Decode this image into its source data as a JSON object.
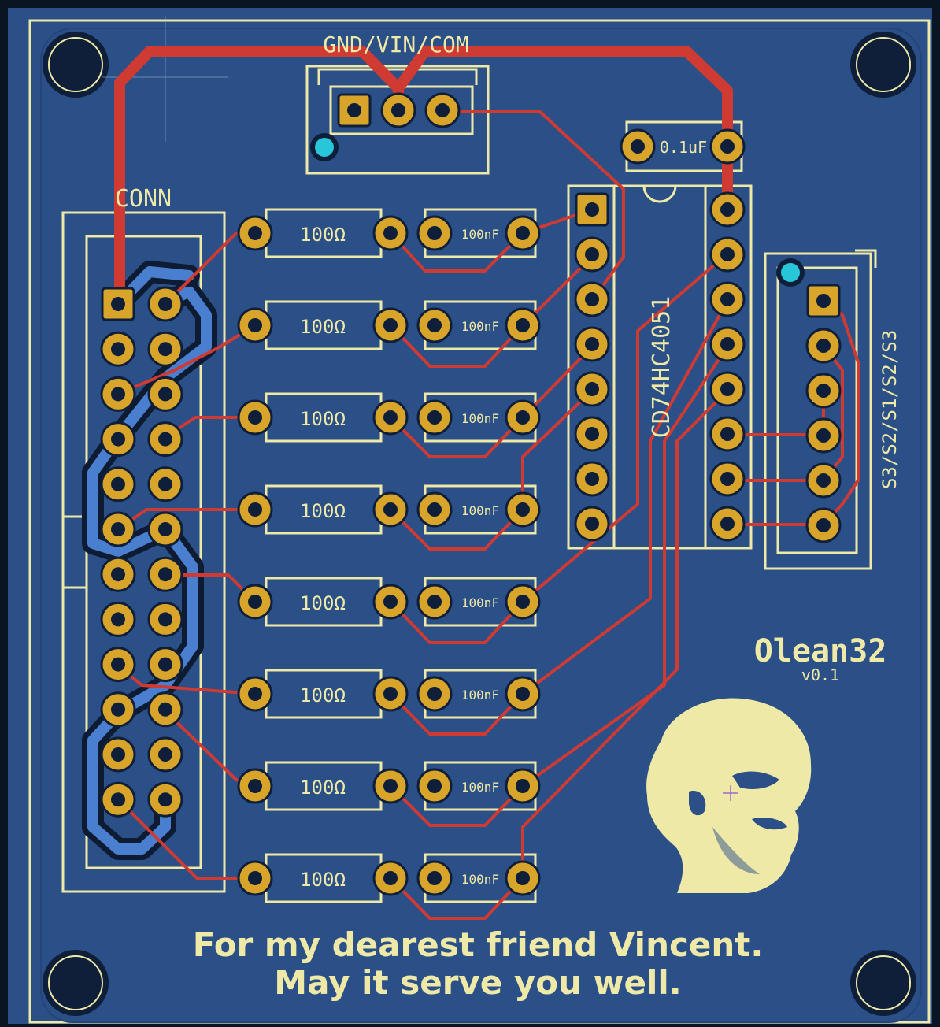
{
  "board": {
    "conn_label": "CONN",
    "power_header_label": "GND/VIN/COM",
    "decoupling_cap_value": "0.1uF",
    "resistor_value": "100Ω",
    "filter_cap_value": "100nF",
    "ic_label": "CD74HC4051",
    "select_header_label": "S3/S2/S1/S2/S3",
    "project_name": "Olean32",
    "version": "v0.1",
    "dedication_line1": "For my dearest friend Vincent.",
    "dedication_line2": "May it serve you well."
  },
  "colors": {
    "substrate": "#2b4f87",
    "board_edge": "#0f1f3a",
    "silkscreen": "#efe9a8",
    "copper_pad": "#d8a429",
    "top_trace": "#cf3a33",
    "bottom_trace": "#4a7fd0",
    "via": "#27c6d9"
  }
}
